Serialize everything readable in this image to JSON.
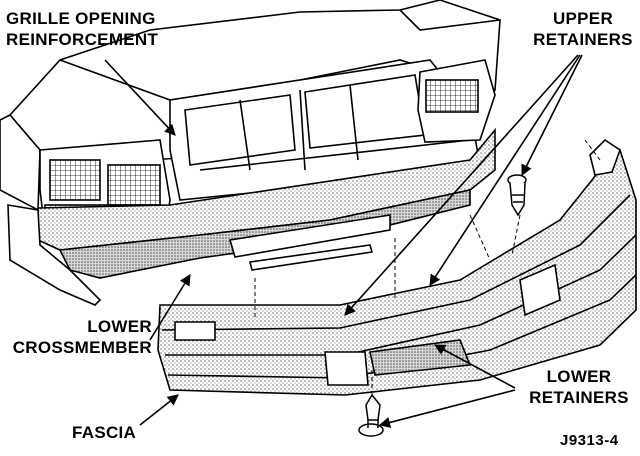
{
  "labels": {
    "grille_line1": "GRILLE OPENING",
    "grille_line2": "REINFORCEMENT",
    "upper_line1": "UPPER",
    "upper_line2": "RETAINERS",
    "lower_cross_line1": "LOWER",
    "lower_cross_line2": "CROSSMEMBER",
    "lower_ret_line1": "LOWER",
    "lower_ret_line2": "RETAINERS",
    "fascia": "FASCIA",
    "figure_id": "J9313-4"
  },
  "colors": {
    "ink": "#000000",
    "paper": "#ffffff",
    "stipple": "#9a9a9a"
  }
}
